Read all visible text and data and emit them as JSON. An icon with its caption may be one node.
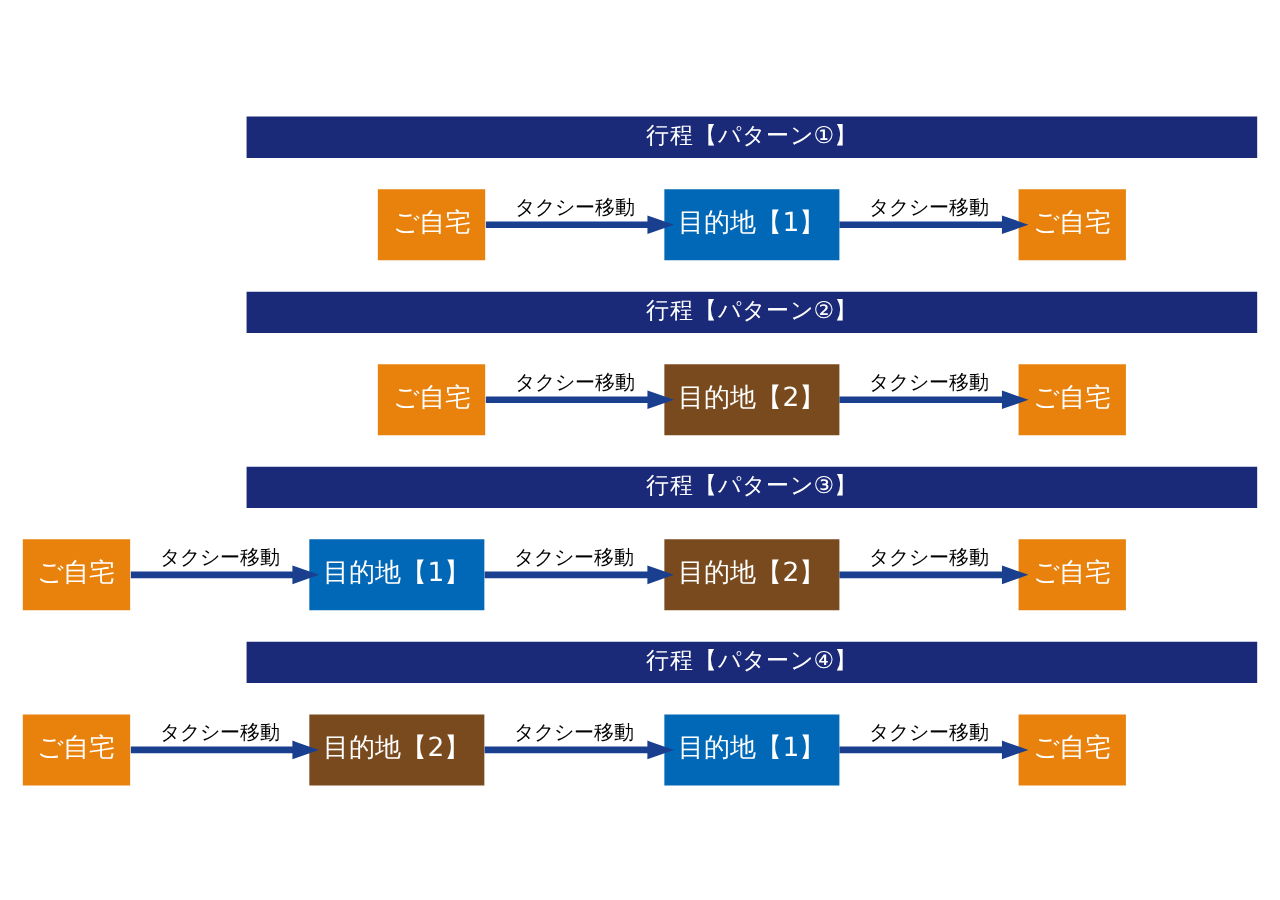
{
  "diagram": {
    "nodes": [
      {
        "text": [
          "行程【パターン①】"
        ]
      },
      {
        "text": [
          "ご自宅"
        ]
      },
      {
        "text": [
          "目的地【1】"
        ]
      },
      {
        "text": [
          "ご自宅"
        ]
      },
      {
        "text": [
          "行程【パターン②】"
        ]
      },
      {
        "text": [
          "ご自宅"
        ]
      },
      {
        "text": [
          "目的地【2】"
        ]
      },
      {
        "text": [
          "ご自宅"
        ]
      },
      {
        "text": [
          "行程【パターン③】"
        ]
      },
      {
        "text": [
          "ご自宅"
        ]
      },
      {
        "text": [
          "目的地【1】"
        ]
      },
      {
        "text": [
          "目的地【2】"
        ]
      },
      {
        "text": [
          "ご自宅"
        ]
      },
      {
        "text": [
          "行程【パターン④】"
        ]
      },
      {
        "text": [
          "ご自宅"
        ]
      },
      {
        "text": [
          "目的地【2】"
        ]
      },
      {
        "text": [
          "目的地【1】"
        ]
      },
      {
        "text": [
          "ご自宅"
        ]
      }
    ],
    "edges": [
      {
        "from": 1,
        "to": 2,
        "arrow": "to",
        "label": "タクシー移動"
      },
      {
        "from": 2,
        "to": 3,
        "arrow": "to",
        "label": "タクシー移動"
      },
      {
        "from": 5,
        "to": 6,
        "arrow": "to",
        "label": "タクシー移動"
      },
      {
        "from": 6,
        "to": 7,
        "arrow": "to",
        "label": "タクシー移動"
      },
      {
        "from": 9,
        "to": 10,
        "arrow": "to",
        "label": "タクシー移動"
      },
      {
        "from": 10,
        "to": 11,
        "arrow": "to",
        "label": "タクシー移動"
      },
      {
        "from": 11,
        "to": 12,
        "arrow": "to",
        "label": "タクシー移動"
      },
      {
        "from": 14,
        "to": 15,
        "arrow": "to",
        "label": "タクシー移動"
      },
      {
        "from": 15,
        "to": 16,
        "arrow": "to",
        "label": "タクシー移動"
      },
      {
        "from": 16,
        "to": 17,
        "arrow": "to",
        "label": "タクシー移動"
      }
    ]
  }
}
